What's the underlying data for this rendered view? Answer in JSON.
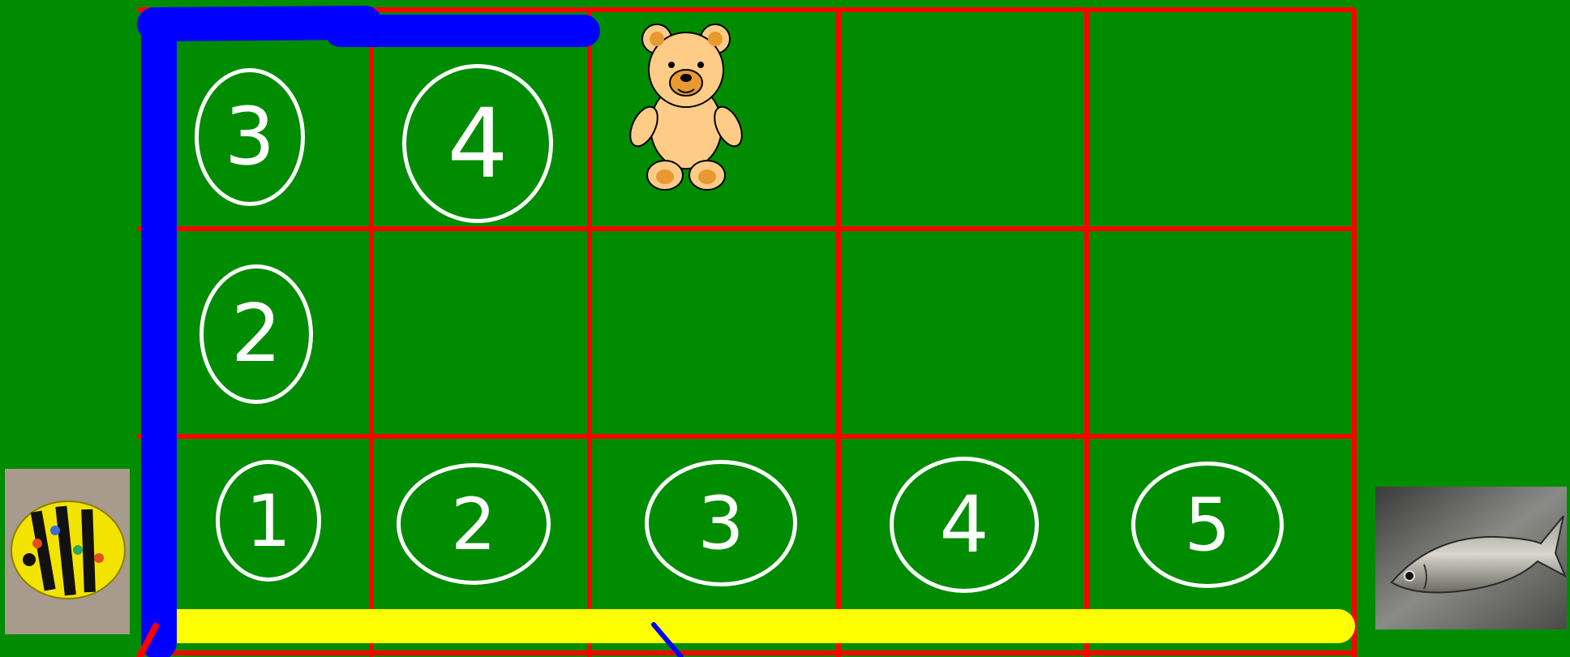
{
  "colors": {
    "background": "#008c00",
    "grid": "#ff0000",
    "path_blue": "#0000ff",
    "path_yellow": "#ffff00",
    "number_ink": "#ffffff"
  },
  "grid": {
    "rows": 3,
    "cols": 5
  },
  "cells": {
    "r0c0": "3",
    "r0c1": "4",
    "r1c0": "2",
    "r2c0": "1",
    "r2c1": "2",
    "r2c2": "3",
    "r2c3": "4",
    "r2c4": "5"
  },
  "pictures": {
    "bear": "teddy-bear",
    "bee_bot": "bee-bot-robot",
    "fish": "fish-photo"
  }
}
